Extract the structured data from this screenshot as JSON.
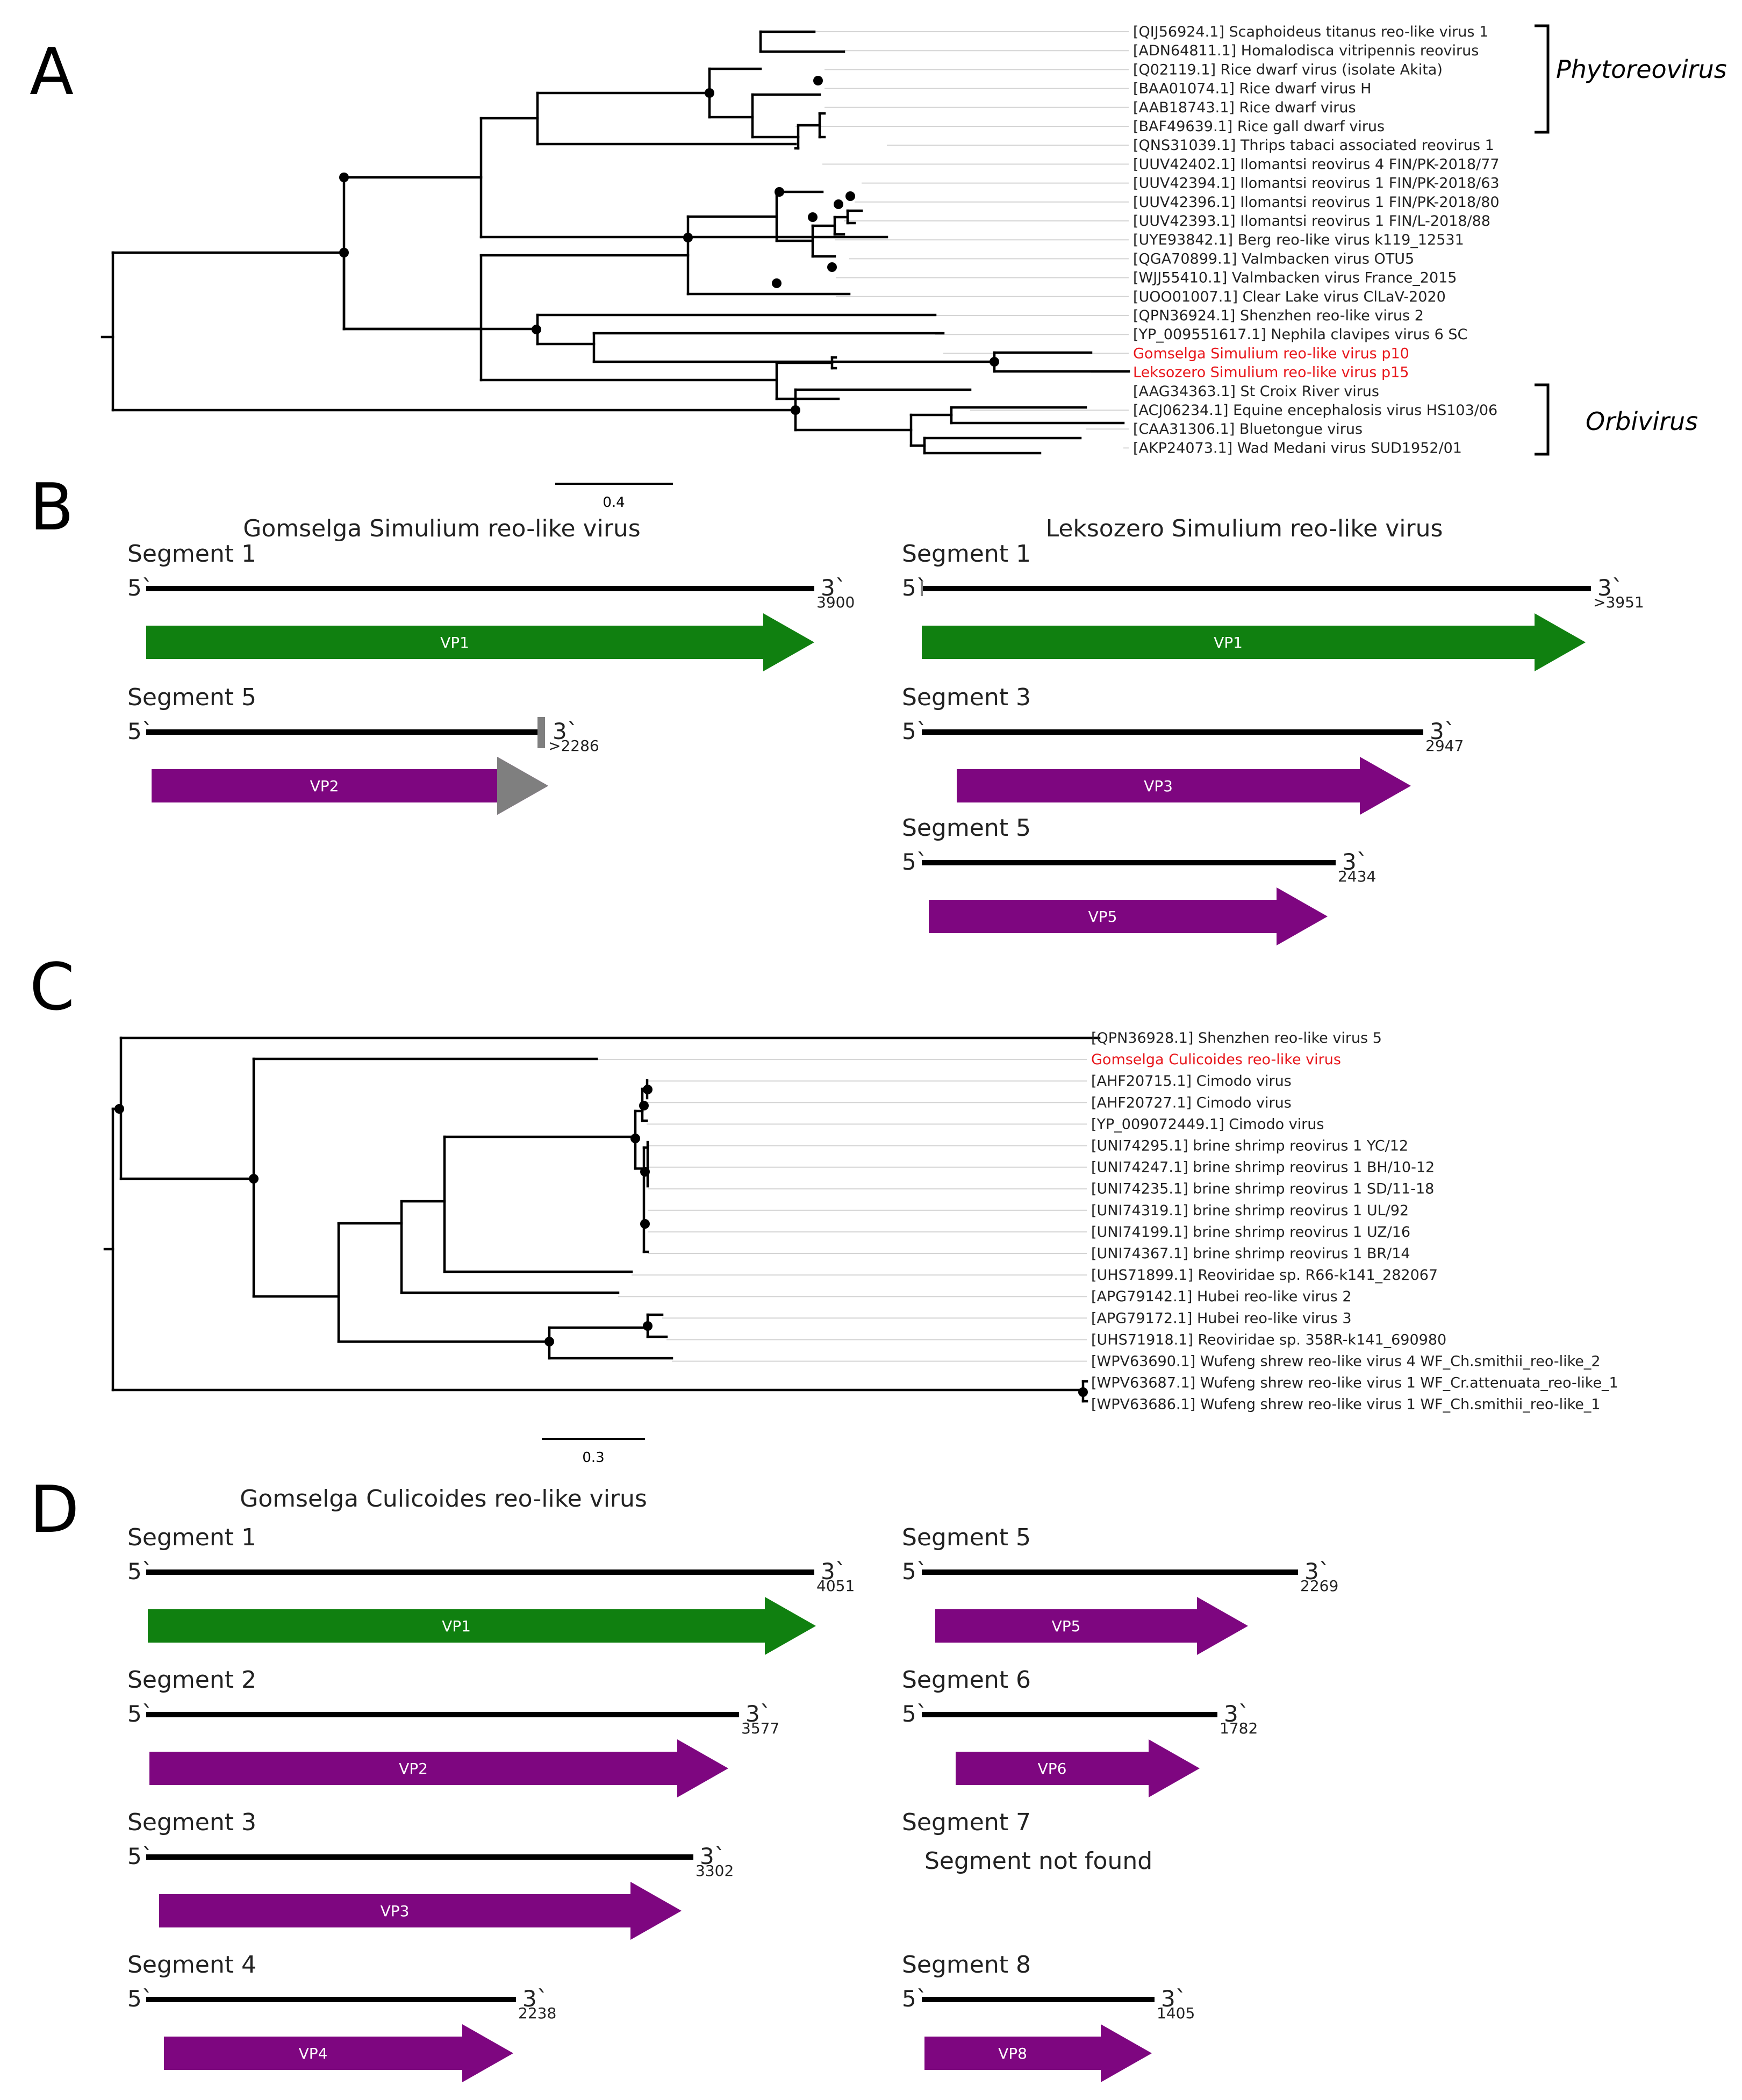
{
  "colors": {
    "vp1": "#108010",
    "vp_other": "#7e0680",
    "partial": "#7f7f7f",
    "highlight": "#e8161b"
  },
  "panel_a": {
    "letter": "A",
    "leaves": [
      "[QIJ56924.1] Scaphoideus titanus reo-like virus 1",
      "[ADN64811.1] Homalodisca vitripennis reovirus",
      "[Q02119.1] Rice dwarf virus (isolate Akita)",
      "[BAA01074.1] Rice dwarf virus H",
      "[AAB18743.1] Rice dwarf virus",
      "[BAF49639.1] Rice gall dwarf virus",
      "[QNS31039.1] Thrips tabaci associated reovirus 1",
      "[UUV42402.1] Ilomantsi reovirus 4 FIN/PK-2018/77",
      "[UUV42394.1] Ilomantsi reovirus 1 FIN/PK-2018/63",
      "[UUV42396.1] Ilomantsi reovirus 1 FIN/PK-2018/80",
      "[UUV42393.1] Ilomantsi reovirus 1 FIN/L-2018/88",
      "[UYE93842.1] Berg reo-like virus k119_12531",
      "[QGA70899.1] Valmbacken virus OTU5",
      "[WJJ55410.1] Valmbacken virus France_2015",
      "[UOO01007.1] Clear Lake virus ClLaV-2020",
      "[QPN36924.1] Shenzhen reo-like virus 2",
      "[YP_009551617.1] Nephila clavipes virus 6 SC",
      "Gomselga Simulium reo-like virus p10",
      "Leksozero Simulium reo-like virus p15",
      "[AAG34363.1] St Croix River virus",
      "[ACJ06234.1] Equine encephalosis virus HS103/06",
      "[CAA31306.1] Bluetongue virus",
      "[AKP24073.1] Wad Medani virus SUD1952/01"
    ],
    "highlighted_leaves": [
      17,
      18
    ],
    "clade_phytoreovirus": "Phytoreovirus",
    "clade_orbivirus": "Orbivirus",
    "scale": "0.4"
  },
  "panel_b": {
    "letter": "B",
    "virus1": {
      "title": "Gomselga Simulium reo-like virus",
      "segments": [
        {
          "name": "Segment 1",
          "length": "3900",
          "protein": "VP1"
        },
        {
          "name": "Segment 5",
          "length": ">2286",
          "protein": "VP2"
        }
      ]
    },
    "virus2": {
      "title": "Leksozero Simulium reo-like virus",
      "segments": [
        {
          "name": "Segment 1",
          "length": ">3951",
          "protein": "VP1"
        },
        {
          "name": "Segment 3",
          "length": "2947",
          "protein": "VP3"
        },
        {
          "name": "Segment 5",
          "length": "2434",
          "protein": "VP5"
        }
      ]
    }
  },
  "panel_c": {
    "letter": "C",
    "leaves": [
      "[QPN36928.1] Shenzhen reo-like virus 5",
      "Gomselga Culicoides reo-like virus",
      "[AHF20715.1] Cimodo virus",
      "[AHF20727.1] Cimodo virus",
      "[YP_009072449.1] Cimodo virus",
      "[UNI74295.1] brine shrimp reovirus 1 YC/12",
      "[UNI74247.1] brine shrimp reovirus 1 BH/10-12",
      "[UNI74235.1] brine shrimp reovirus 1 SD/11-18",
      "[UNI74319.1] brine shrimp reovirus 1 UL/92",
      "[UNI74199.1] brine shrimp reovirus 1 UZ/16",
      "[UNI74367.1] brine shrimp reovirus 1 BR/14",
      "[UHS71899.1] Reoviridae sp. R66-k141_282067",
      "[APG79142.1] Hubei reo-like virus 2",
      "[APG79172.1] Hubei reo-like virus 3",
      "[UHS71918.1] Reoviridae sp. 358R-k141_690980",
      "[WPV63690.1] Wufeng shrew reo-like virus 4 WF_Ch.smithii_reo-like_2",
      "[WPV63687.1] Wufeng shrew reo-like virus 1 WF_Cr.attenuata_reo-like_1",
      "[WPV63686.1] Wufeng shrew reo-like virus 1 WF_Ch.smithii_reo-like_1"
    ],
    "highlighted_leaves": [
      1
    ],
    "scale": "0.3"
  },
  "panel_d": {
    "letter": "D",
    "title": "Gomselga Culicoides reo-like virus",
    "segments": [
      {
        "name": "Segment 1",
        "length": "4051",
        "protein": "VP1"
      },
      {
        "name": "Segment 2",
        "length": "3577",
        "protein": "VP2"
      },
      {
        "name": "Segment 3",
        "length": "3302",
        "protein": "VP3"
      },
      {
        "name": "Segment 4",
        "length": "2238",
        "protein": "VP4"
      },
      {
        "name": "Segment 5",
        "length": "2269",
        "protein": "VP5"
      },
      {
        "name": "Segment 6",
        "length": "1782",
        "protein": "VP6"
      },
      {
        "name": "Segment 7",
        "note": "Segment not found"
      },
      {
        "name": "Segment 8",
        "length": "1405",
        "protein": "VP8"
      }
    ]
  },
  "ends": {
    "five": "5`",
    "three": "3`"
  }
}
